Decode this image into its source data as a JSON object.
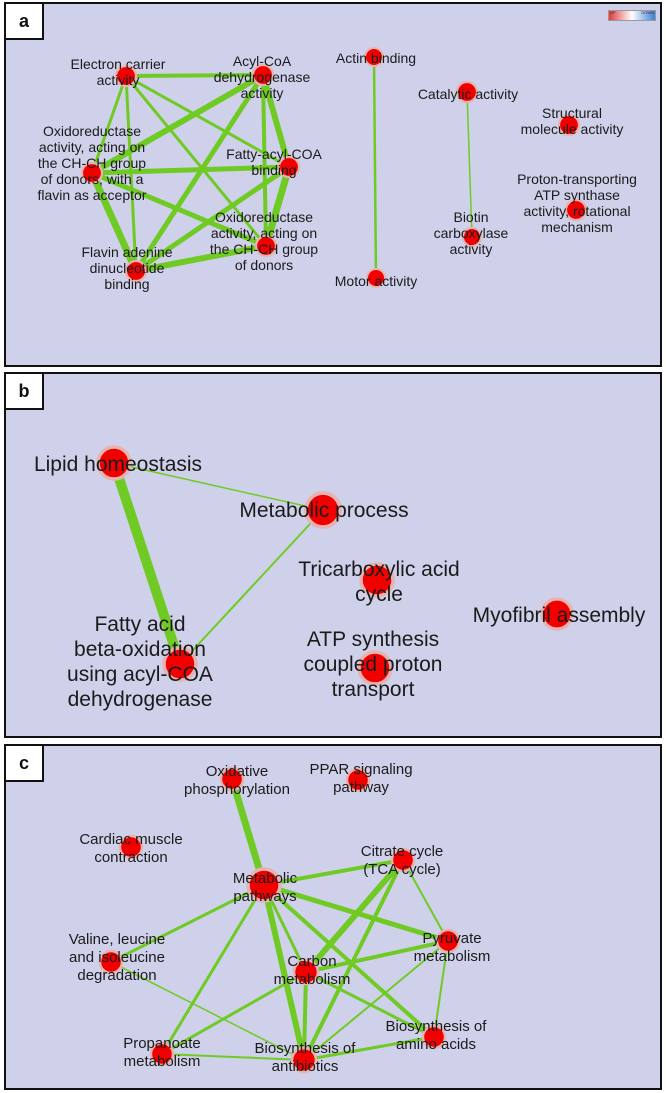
{
  "legend": {
    "up": "UP",
    "down": "DOWN"
  },
  "panels": [
    {
      "label": "a",
      "nodes": [
        {
          "lines": [
            "Electron carrier",
            "activity"
          ]
        },
        {
          "lines": [
            "Acyl-CoA",
            "dehydrogenase",
            "activity"
          ]
        },
        {
          "lines": [
            "Oxidoreductase",
            "activity, acting on",
            "the CH-CH group",
            "of donors, with a",
            "flavin as acceptor"
          ]
        },
        {
          "lines": [
            "Fatty-acyl-COA",
            "binding"
          ]
        },
        {
          "lines": [
            "Oxidoreductase",
            "activity, acting on",
            "the CH-CH group",
            "of donors"
          ]
        },
        {
          "lines": [
            "Flavin adenine",
            "dinucleotide",
            "binding"
          ]
        },
        {
          "lines": [
            "Actin binding"
          ]
        },
        {
          "lines": [
            "Motor activity"
          ]
        },
        {
          "lines": [
            "Catalytic activity"
          ]
        },
        {
          "lines": [
            "Biotin",
            "carboxylase",
            "activity"
          ]
        },
        {
          "lines": [
            "Structural",
            "molecule activity"
          ]
        },
        {
          "lines": [
            "Proton-transporting",
            "ATP synthase",
            "activity, rotational",
            "mechanism"
          ]
        }
      ]
    },
    {
      "label": "b",
      "nodes": [
        {
          "lines": [
            "Lipid homeostasis"
          ]
        },
        {
          "lines": [
            "Metabolic process"
          ]
        },
        {
          "lines": [
            "Tricarboxylic acid",
            "cycle"
          ]
        },
        {
          "lines": [
            "Fatty acid",
            "beta-oxidation",
            "using acyl-COA",
            "dehydrogenase"
          ]
        },
        {
          "lines": [
            "ATP synthesis",
            "coupled proton",
            "transport"
          ]
        },
        {
          "lines": [
            "Myofibril assembly"
          ]
        }
      ]
    },
    {
      "label": "c",
      "nodes": [
        {
          "lines": [
            "Oxidative",
            "phosphorylation"
          ]
        },
        {
          "lines": [
            "PPAR signaling",
            "pathway"
          ]
        },
        {
          "lines": [
            "Cardiac muscle",
            "contraction"
          ]
        },
        {
          "lines": [
            "Metabolic",
            "pathways"
          ]
        },
        {
          "lines": [
            "Citrate cycle",
            "(TCA cycle)"
          ]
        },
        {
          "lines": [
            "Valine, leucine",
            "and isoleucine",
            "degradation"
          ]
        },
        {
          "lines": [
            "Pyruvate",
            "metabolism"
          ]
        },
        {
          "lines": [
            "Carbon",
            "metabolism"
          ]
        },
        {
          "lines": [
            "Biosynthesis of",
            "amino acids"
          ]
        },
        {
          "lines": [
            "Propanoate",
            "metabolism"
          ]
        },
        {
          "lines": [
            "Biosynthesis of",
            "antibiotics"
          ]
        }
      ]
    }
  ]
}
